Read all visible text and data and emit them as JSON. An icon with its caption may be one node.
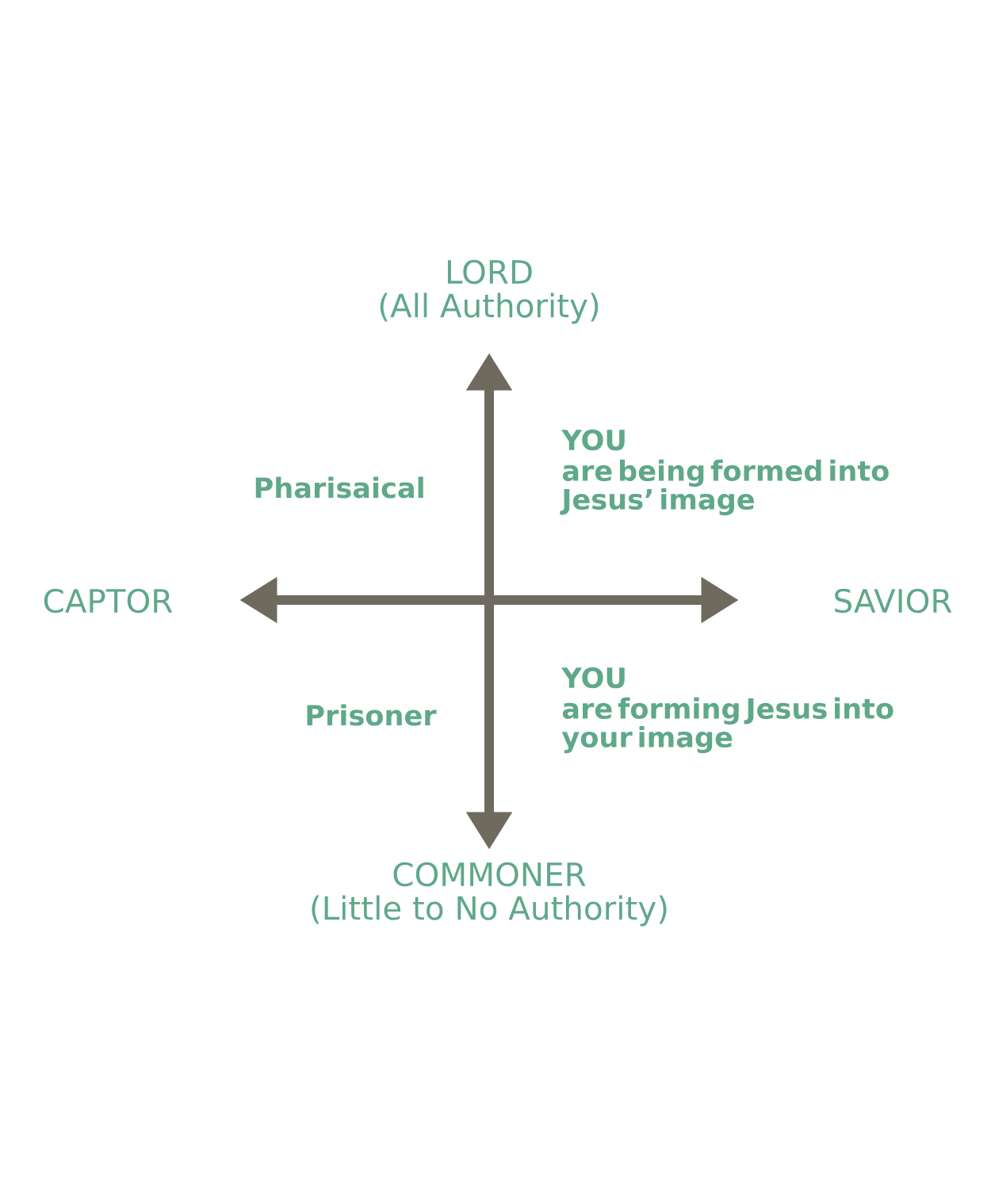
{
  "diagram": {
    "labels": [
      "LORD",
      "(All Authority)",
      "YOU",
      "are being formed into Jesus’ image",
      "Pharisaical",
      "CAPTOR",
      "SAVIOR",
      "YOU",
      "are forming Jesus into your image",
      "Prisoner",
      "COMMONER",
      "(Little to No Authority)"
    ]
  }
}
